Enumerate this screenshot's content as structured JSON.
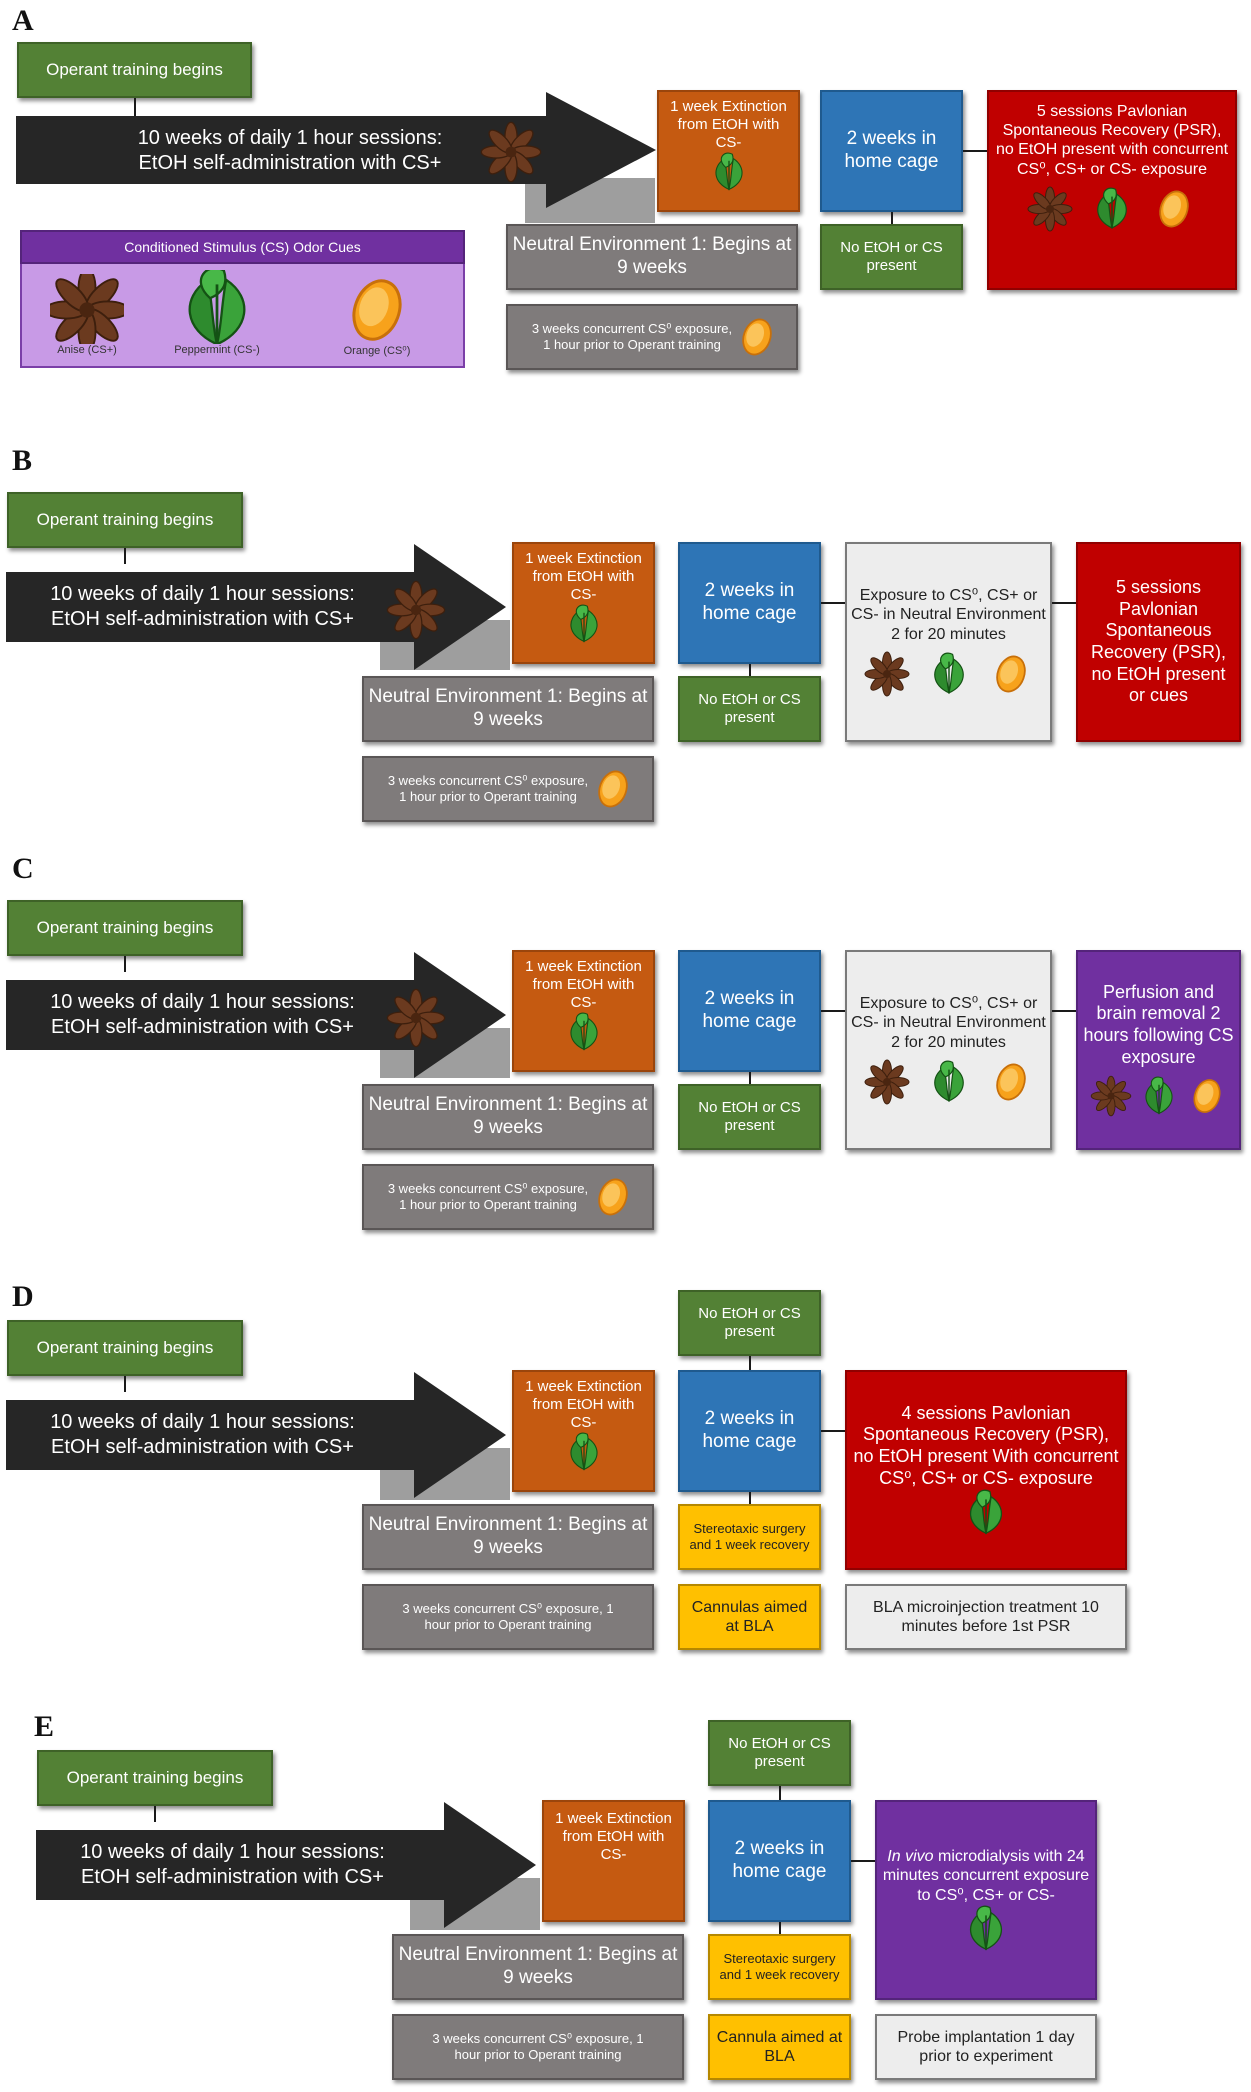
{
  "colors": {
    "green": "#538135",
    "orange": "#c55a11",
    "blue": "#2e75b6",
    "red": "#c00000",
    "gray": "#7f7b7b",
    "light_gray": "#ededed",
    "yellow": "#ffc000",
    "purple": "#7030a0",
    "arrow": "#262626"
  },
  "icons": [
    "anise-icon",
    "peppermint-icon",
    "orange-icon"
  ],
  "panels": {
    "A": {
      "label": "A",
      "operant": "Operant training begins",
      "arrow_line1": "10 weeks of daily 1 hour sessions:",
      "arrow_line2": "EtOH self-administration with CS+",
      "extinction": "1 week Extinction from EtOH with CS-",
      "home_cage": "2 weeks in home cage",
      "no_etoh": "No EtOH or CS present",
      "neutral": "Neutral Environment 1: Begins at 9 weeks",
      "concurrent": "3 weeks concurrent CS⁰ exposure, 1 hour prior to Operant training",
      "final": "5 sessions Pavlonian Spontaneous Recovery (PSR), no EtOH present with concurrent CS⁰, CS+ or CS- exposure",
      "legend_title": "Conditioned Stimulus (CS) Odor Cues",
      "legend_anise": "Anise (CS+)",
      "legend_peppermint": "Peppermint (CS-)",
      "legend_orange": "Orange (CS⁰)"
    },
    "B": {
      "label": "B",
      "operant": "Operant training begins",
      "arrow_line1": "10 weeks of daily 1 hour sessions:",
      "arrow_line2": "EtOH self-administration with CS+",
      "extinction": "1 week Extinction from EtOH with CS-",
      "home_cage": "2 weeks in home cage",
      "no_etoh": "No EtOH or CS present",
      "neutral": "Neutral Environment 1: Begins at 9 weeks",
      "concurrent": "3 weeks concurrent CS⁰ exposure, 1 hour prior to Operant training",
      "exposure": "Exposure to CS⁰, CS+ or CS- in Neutral Environment 2 for 20 minutes",
      "final": "5 sessions Pavlonian Spontaneous Recovery (PSR), no EtOH present or cues"
    },
    "C": {
      "label": "C",
      "operant": "Operant training begins",
      "arrow_line1": "10 weeks of daily 1 hour sessions:",
      "arrow_line2": "EtOH self-administration with CS+",
      "extinction": "1 week Extinction from EtOH with CS-",
      "home_cage": "2 weeks in home cage",
      "no_etoh": "No EtOH or CS present",
      "neutral": "Neutral Environment 1: Begins at 9 weeks",
      "concurrent": "3 weeks concurrent CS⁰ exposure, 1 hour prior to Operant training",
      "exposure": "Exposure to CS⁰, CS+ or CS- in Neutral Environment 2 for 20 minutes",
      "final": "Perfusion and brain removal 2 hours following CS exposure"
    },
    "D": {
      "label": "D",
      "operant": "Operant training begins",
      "arrow_line1": "10 weeks of daily 1 hour sessions:",
      "arrow_line2": "EtOH self-administration with CS+",
      "extinction": "1 week Extinction from EtOH with CS-",
      "home_cage": "2 weeks in home cage",
      "no_etoh": "No EtOH or CS present",
      "neutral": "Neutral Environment 1: Begins at 9 weeks",
      "concurrent": "3 weeks concurrent CS⁰ exposure, 1 hour prior to Operant training",
      "surgery": "Stereotaxic surgery and 1 week recovery",
      "cannulas": "Cannulas aimed at BLA",
      "final": "4 sessions Pavlonian Spontaneous Recovery (PSR), no EtOH present With concurrent CS⁰, CS+ or CS- exposure",
      "microinjection": "BLA microinjection treatment 10 minutes before 1st PSR"
    },
    "E": {
      "label": "E",
      "operant": "Operant training begins",
      "arrow_line1": "10 weeks of daily 1 hour sessions:",
      "arrow_line2": "EtOH self-administration with CS+",
      "extinction": "1 week Extinction from EtOH with CS-",
      "home_cage": "2 weeks in home cage",
      "no_etoh": "No EtOH or CS present",
      "neutral": "Neutral Environment 1: Begins at 9 weeks",
      "concurrent": "3 weeks concurrent CS⁰ exposure, 1 hour prior to Operant training",
      "surgery": "Stereotaxic surgery and 1 week recovery",
      "cannula": "Cannula aimed at BLA",
      "final_italic": "In vivo",
      "final": " microdialysis with 24 minutes concurrent exposure to CS⁰, CS+ or CS-",
      "probe": "Probe implantation 1 day prior to experiment"
    }
  }
}
